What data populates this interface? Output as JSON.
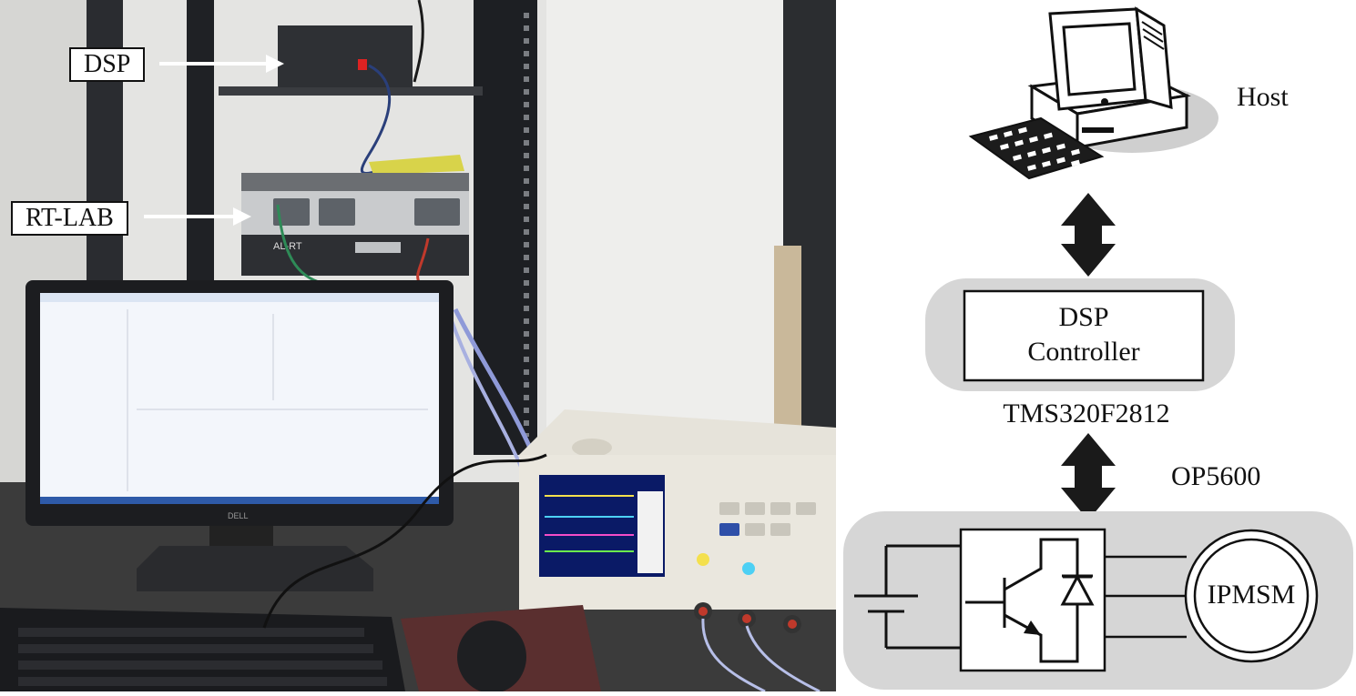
{
  "photo": {
    "labels": {
      "dsp": "DSP",
      "rtlab": "RT-LAB"
    },
    "brand_lab": "AL-RT",
    "brand_monitor": "DELL"
  },
  "diagram": {
    "host_label": "Host",
    "dsp_block": {
      "line1": "DSP",
      "line2": "Controller"
    },
    "dsp_chip": "TMS320F2812",
    "sim_label": "OP5600",
    "motor_label": "IPMSM"
  },
  "colors": {
    "panel_gray": "#d6d6d6",
    "arrow": "#1a1a1a",
    "wall": "#e9e9e7",
    "rack": "#23262a"
  }
}
